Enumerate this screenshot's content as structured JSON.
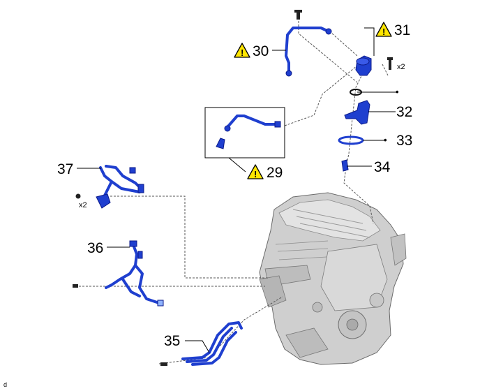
{
  "diagram": {
    "callouts": {
      "c29": "29",
      "c30": "30",
      "c31": "31",
      "c32": "32",
      "c33": "33",
      "c34": "34",
      "c35": "35",
      "c36": "36",
      "c37": "37"
    },
    "quantities": {
      "bolt_31": "x2",
      "nut_37": "x2"
    },
    "non_reusable_marker": "•",
    "warning_symbol": "!",
    "corner_code": "d",
    "colors": {
      "part_blue": "#1f3fcf",
      "engine_gray": "#c9c9c9",
      "warning_yellow": "#ffe600"
    },
    "icons": [
      "caution-triangle-icon",
      "non-reusable-dot-icon"
    ]
  }
}
